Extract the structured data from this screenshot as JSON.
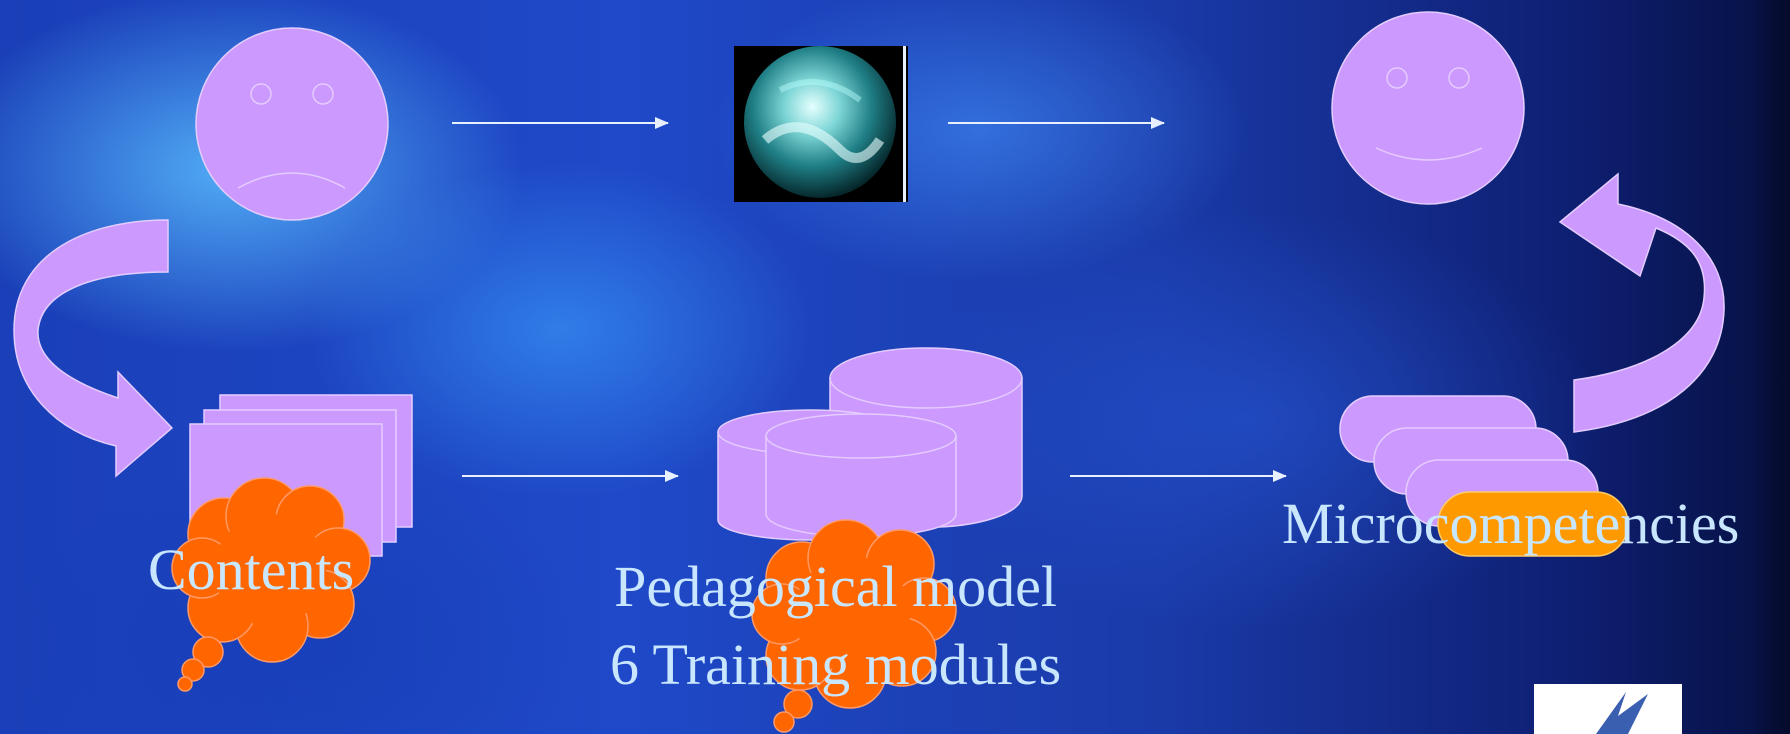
{
  "labels": {
    "contents": "Contents",
    "pedagogical_line1": "Pedagogical model",
    "pedagogical_line2": "6 Training modules",
    "microcompetencies": "Microcompetencies"
  },
  "colors": {
    "shape_fill": "#cc99ff",
    "cloud_fill": "#ff6600",
    "highlight_fill": "#ff9900",
    "label_text": "#c9e6ff",
    "arrow": "#e8f0ff"
  },
  "icons": [
    "sad-face-icon",
    "crystal-ball-icon",
    "happy-face-icon",
    "documents-icon",
    "database-icon",
    "stacked-pills-icon",
    "thought-cloud-icon",
    "curved-arrow-icon",
    "logo-icon"
  ]
}
